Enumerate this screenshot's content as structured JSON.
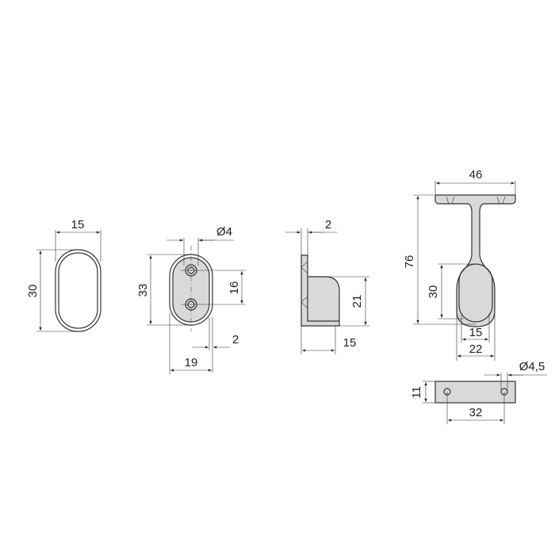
{
  "drawing": {
    "background": "#ffffff",
    "line_color": "#333333",
    "fill_color": "#d9d9d9",
    "parts": [
      {
        "name": "oval-tube-section",
        "dimensions": {
          "width": "15",
          "height": "30"
        }
      },
      {
        "name": "end-bracket-front",
        "dimensions": {
          "hole_diameter": "Ø4",
          "height": "33",
          "hole_spacing": "16",
          "wall": "2",
          "width": "19"
        }
      },
      {
        "name": "end-bracket-side",
        "dimensions": {
          "wall": "2",
          "height": "21",
          "depth": "15"
        }
      },
      {
        "name": "center-support-front",
        "dimensions": {
          "top_width": "46",
          "total_height": "76",
          "inner_height": "30",
          "inner_width": "15",
          "outer_width": "22"
        }
      },
      {
        "name": "center-support-base",
        "dimensions": {
          "hole_diameter": "Ø4,5",
          "height": "11",
          "hole_spacing": "32"
        }
      }
    ]
  }
}
